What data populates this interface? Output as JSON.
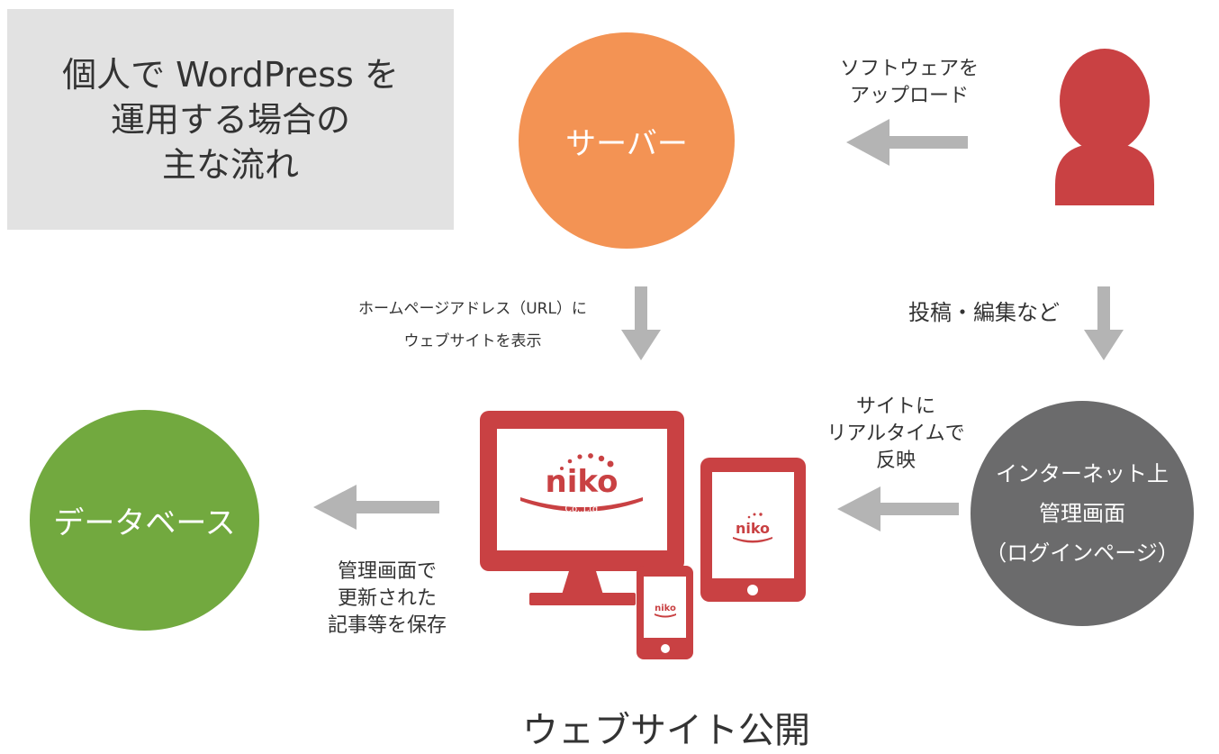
{
  "title_box": {
    "lines": [
      "個人で WordPress を",
      "運用する場合の",
      "主な流れ"
    ]
  },
  "nodes": {
    "server": "サーバー",
    "database": "データベース",
    "admin": [
      "インターネット上",
      "管理画面",
      "（ログインページ）"
    ]
  },
  "labels": {
    "upload": [
      "ソフトウェアを",
      "アップロード"
    ],
    "homepage": [
      "ホームページアドレス（URL）に",
      "ウェブサイトを表示"
    ],
    "post_edit": "投稿・編集など",
    "realtime": [
      "サイトに",
      "リアルタイムで",
      "反映"
    ],
    "save": [
      "管理画面で",
      "更新された",
      "記事等を保存"
    ],
    "publish": "ウェブサイト公開"
  },
  "logo": {
    "brand": "niko",
    "sub": "Co.,Ltd"
  },
  "colors": {
    "server": "#f39354",
    "database": "#72a93f",
    "admin": "#6b6b6c",
    "person": "#c94143",
    "device": "#c94143",
    "arrow": "#b4b4b4",
    "title_bg": "#e2e2e2"
  }
}
